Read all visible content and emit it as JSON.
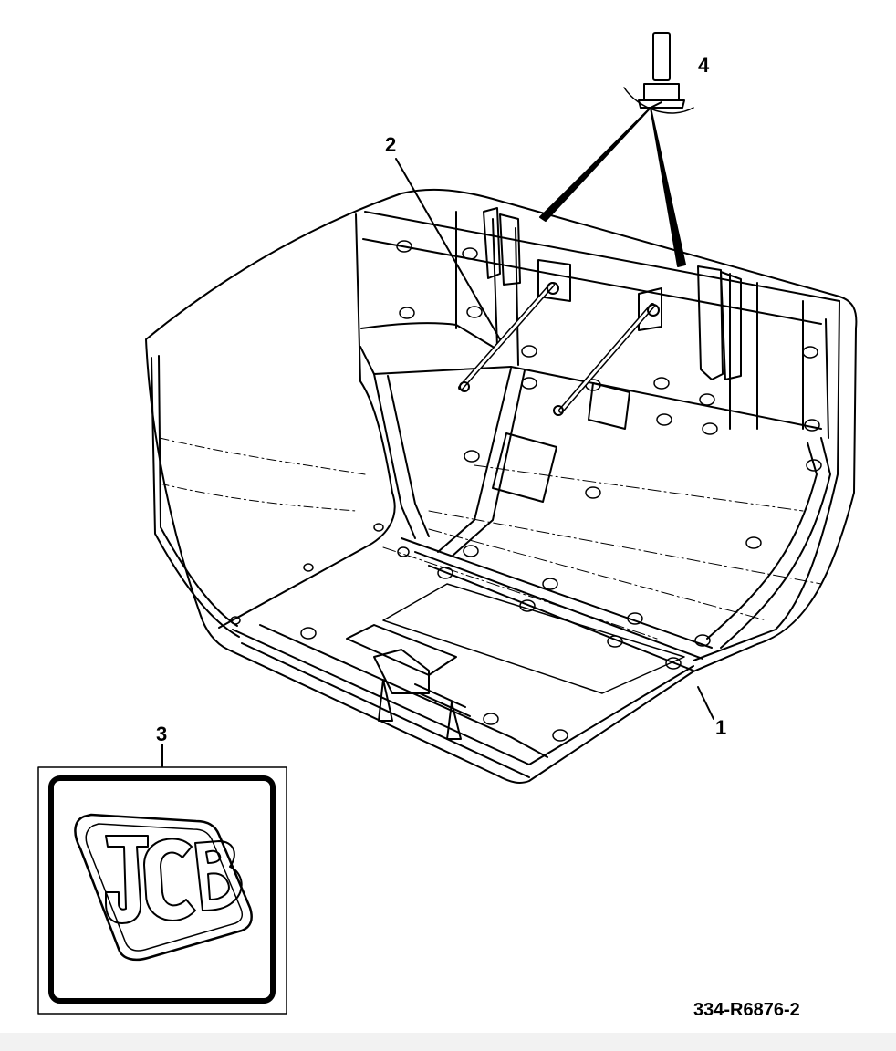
{
  "callouts": {
    "c1": "1",
    "c2": "2",
    "c3": "3",
    "c4": "4"
  },
  "figure_ref": "334-R6876-2",
  "logo_text": "JCB",
  "colors": {
    "line": "#000000",
    "background": "#ffffff",
    "footer": "#f2f2f2"
  }
}
